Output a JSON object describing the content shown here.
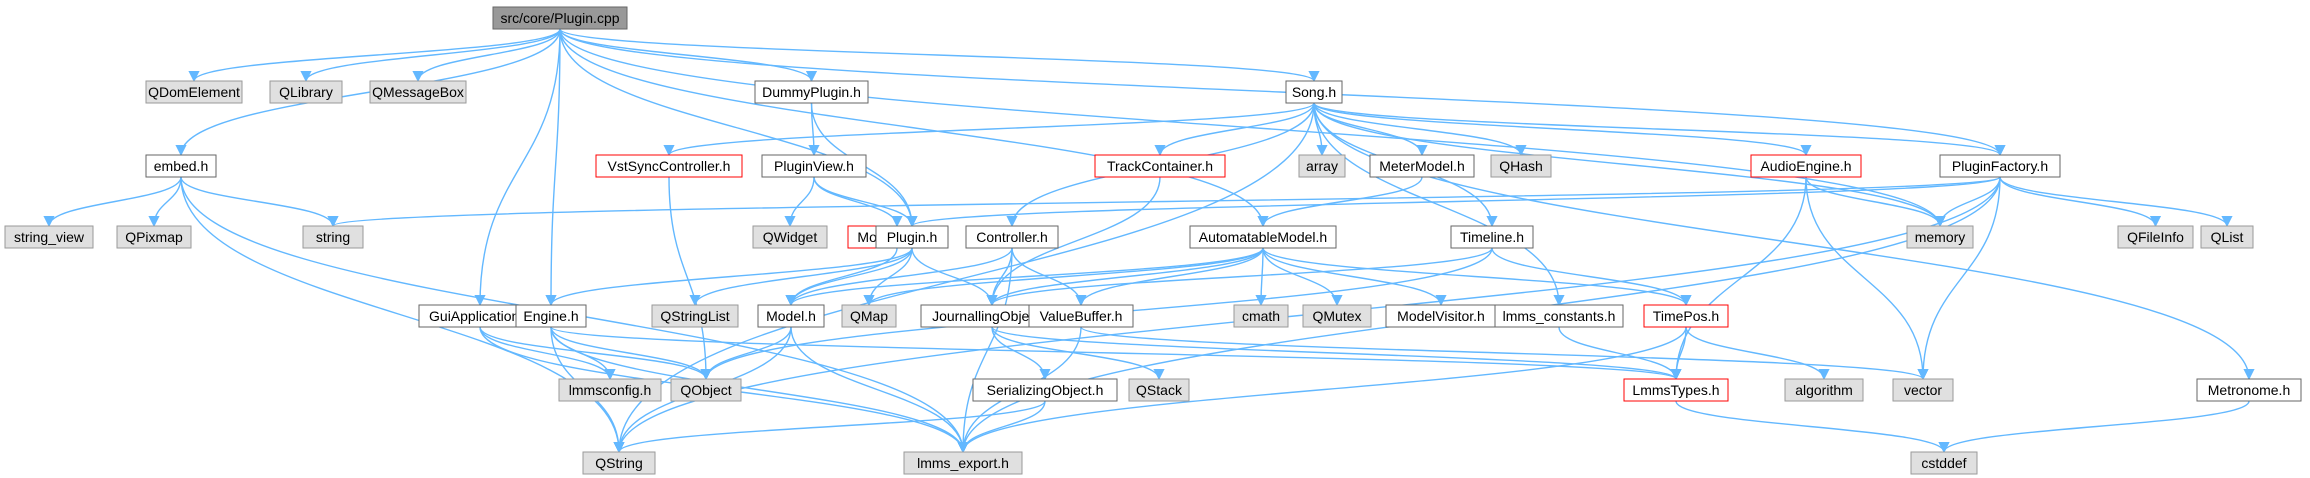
{
  "title": "src/core/Plugin.cpp",
  "colors": {
    "root_fill": "#999999",
    "normal_fill": "#ffffff",
    "normal_border": "#666666",
    "external_fill": "#e0e0e0",
    "external_border": "#999999",
    "truncated_border": "#ff0000",
    "edge": "#63b8ff",
    "text": "#000000"
  },
  "nodes": [
    {
      "id": "plugin_cpp",
      "label": "src/core/Plugin.cpp",
      "kind": "root"
    },
    {
      "id": "embed_h",
      "label": "embed.h",
      "kind": "normal"
    },
    {
      "id": "qdomelement",
      "label": "QDomElement",
      "kind": "external"
    },
    {
      "id": "qlibrary",
      "label": "QLibrary",
      "kind": "external"
    },
    {
      "id": "qmessagebox",
      "label": "QMessageBox",
      "kind": "external"
    },
    {
      "id": "dummyplugin_h",
      "label": "DummyPlugin.h",
      "kind": "normal"
    },
    {
      "id": "song_h",
      "label": "Song.h",
      "kind": "normal"
    },
    {
      "id": "string_view",
      "label": "string_view",
      "kind": "external"
    },
    {
      "id": "qpixmap",
      "label": "QPixmap",
      "kind": "external"
    },
    {
      "id": "string",
      "label": "string",
      "kind": "external"
    },
    {
      "id": "vstsync_h",
      "label": "VstSyncController.h",
      "kind": "truncated"
    },
    {
      "id": "pluginview_h",
      "label": "PluginView.h",
      "kind": "normal"
    },
    {
      "id": "trackcontainer_h",
      "label": "TrackContainer.h",
      "kind": "truncated"
    },
    {
      "id": "array",
      "label": "array",
      "kind": "external"
    },
    {
      "id": "metermodel_h",
      "label": "MeterModel.h",
      "kind": "normal"
    },
    {
      "id": "qhash",
      "label": "QHash",
      "kind": "external"
    },
    {
      "id": "audioengine_h",
      "label": "AudioEngine.h",
      "kind": "truncated"
    },
    {
      "id": "pluginfactory_h",
      "label": "PluginFactory.h",
      "kind": "normal"
    },
    {
      "id": "qwidget",
      "label": "QWidget",
      "kind": "external"
    },
    {
      "id": "modelview_h",
      "label": "ModelView.h",
      "kind": "truncated"
    },
    {
      "id": "plugin_h",
      "label": "Plugin.h",
      "kind": "normal"
    },
    {
      "id": "controller_h",
      "label": "Controller.h",
      "kind": "normal"
    },
    {
      "id": "automatablemodel_h",
      "label": "AutomatableModel.h",
      "kind": "normal"
    },
    {
      "id": "timeline_h",
      "label": "Timeline.h",
      "kind": "normal"
    },
    {
      "id": "memory",
      "label": "memory",
      "kind": "external"
    },
    {
      "id": "qfileinfo",
      "label": "QFileInfo",
      "kind": "external"
    },
    {
      "id": "qlist",
      "label": "QList",
      "kind": "external"
    },
    {
      "id": "guiapplication_h",
      "label": "GuiApplication.h",
      "kind": "normal"
    },
    {
      "id": "engine_h",
      "label": "Engine.h",
      "kind": "normal"
    },
    {
      "id": "qstringlist",
      "label": "QStringList",
      "kind": "external"
    },
    {
      "id": "model_h",
      "label": "Model.h",
      "kind": "normal"
    },
    {
      "id": "qmap",
      "label": "QMap",
      "kind": "external"
    },
    {
      "id": "journallingobject_h",
      "label": "JournallingObject.h",
      "kind": "normal"
    },
    {
      "id": "valuebuffer_h",
      "label": "ValueBuffer.h",
      "kind": "normal"
    },
    {
      "id": "cmath",
      "label": "cmath",
      "kind": "external"
    },
    {
      "id": "qmutex",
      "label": "QMutex",
      "kind": "external"
    },
    {
      "id": "modelvisitor_h",
      "label": "ModelVisitor.h",
      "kind": "normal"
    },
    {
      "id": "lmms_constants_h",
      "label": "lmms_constants.h",
      "kind": "normal"
    },
    {
      "id": "timepos_h",
      "label": "TimePos.h",
      "kind": "truncated"
    },
    {
      "id": "lmmsconfig_h",
      "label": "lmmsconfig.h",
      "kind": "external"
    },
    {
      "id": "qobject",
      "label": "QObject",
      "kind": "external"
    },
    {
      "id": "serializingobject_h",
      "label": "SerializingObject.h",
      "kind": "normal"
    },
    {
      "id": "qstack",
      "label": "QStack",
      "kind": "external"
    },
    {
      "id": "lmmstypes_h",
      "label": "LmmsTypes.h",
      "kind": "truncated"
    },
    {
      "id": "algorithm",
      "label": "algorithm",
      "kind": "external"
    },
    {
      "id": "vector",
      "label": "vector",
      "kind": "external"
    },
    {
      "id": "metronome_h",
      "label": "Metronome.h",
      "kind": "normal"
    },
    {
      "id": "qstring",
      "label": "QString",
      "kind": "external"
    },
    {
      "id": "lmms_export_h",
      "label": "lmms_export.h",
      "kind": "external"
    },
    {
      "id": "cstddef",
      "label": "cstddef",
      "kind": "external"
    }
  ],
  "edges": [
    [
      "plugin_cpp",
      "embed_h"
    ],
    [
      "plugin_cpp",
      "qdomelement"
    ],
    [
      "plugin_cpp",
      "qlibrary"
    ],
    [
      "plugin_cpp",
      "qmessagebox"
    ],
    [
      "plugin_cpp",
      "dummyplugin_h"
    ],
    [
      "plugin_cpp",
      "song_h"
    ],
    [
      "plugin_cpp",
      "plugin_h"
    ],
    [
      "plugin_cpp",
      "guiapplication_h"
    ],
    [
      "plugin_cpp",
      "engine_h"
    ],
    [
      "plugin_cpp",
      "automatablemodel_h"
    ],
    [
      "plugin_cpp",
      "pluginfactory_h"
    ],
    [
      "plugin_cpp",
      "memory"
    ],
    [
      "embed_h",
      "string_view"
    ],
    [
      "embed_h",
      "qpixmap"
    ],
    [
      "embed_h",
      "string"
    ],
    [
      "embed_h",
      "qstring"
    ],
    [
      "embed_h",
      "lmms_export_h"
    ],
    [
      "dummyplugin_h",
      "pluginview_h"
    ],
    [
      "dummyplugin_h",
      "plugin_h"
    ],
    [
      "song_h",
      "vstsync_h"
    ],
    [
      "song_h",
      "trackcontainer_h"
    ],
    [
      "song_h",
      "array"
    ],
    [
      "song_h",
      "metermodel_h"
    ],
    [
      "song_h",
      "qhash"
    ],
    [
      "song_h",
      "audioengine_h"
    ],
    [
      "song_h",
      "pluginfactory_h"
    ],
    [
      "song_h",
      "controller_h"
    ],
    [
      "song_h",
      "timeline_h"
    ],
    [
      "song_h",
      "lmms_constants_h"
    ],
    [
      "song_h",
      "metronome_h"
    ],
    [
      "song_h",
      "qstring"
    ],
    [
      "song_h",
      "memory"
    ],
    [
      "vstsync_h",
      "qobject"
    ],
    [
      "pluginview_h",
      "qwidget"
    ],
    [
      "pluginview_h",
      "modelview_h"
    ],
    [
      "pluginview_h",
      "plugin_h"
    ],
    [
      "trackcontainer_h",
      "journallingobject_h"
    ],
    [
      "metermodel_h",
      "automatablemodel_h"
    ],
    [
      "audioengine_h",
      "memory"
    ],
    [
      "audioengine_h",
      "vector"
    ],
    [
      "audioengine_h",
      "lmmstypes_h"
    ],
    [
      "pluginfactory_h",
      "string"
    ],
    [
      "pluginfactory_h",
      "plugin_h"
    ],
    [
      "pluginfactory_h",
      "memory"
    ],
    [
      "pluginfactory_h",
      "qfileinfo"
    ],
    [
      "pluginfactory_h",
      "qlist"
    ],
    [
      "pluginfactory_h",
      "vector"
    ],
    [
      "pluginfactory_h",
      "qstring"
    ],
    [
      "pluginfactory_h",
      "lmms_export_h"
    ],
    [
      "modelview_h",
      "model_h"
    ],
    [
      "plugin_h",
      "qstringlist"
    ],
    [
      "plugin_h",
      "model_h"
    ],
    [
      "plugin_h",
      "qmap"
    ],
    [
      "plugin_h",
      "journallingobject_h"
    ],
    [
      "plugin_h",
      "engine_h"
    ],
    [
      "controller_h",
      "model_h"
    ],
    [
      "controller_h",
      "journallingobject_h"
    ],
    [
      "controller_h",
      "valuebuffer_h"
    ],
    [
      "controller_h",
      "lmms_export_h"
    ],
    [
      "automatablemodel_h",
      "cmath"
    ],
    [
      "automatablemodel_h",
      "qmutex"
    ],
    [
      "automatablemodel_h",
      "modelvisitor_h"
    ],
    [
      "automatablemodel_h",
      "timepos_h"
    ],
    [
      "automatablemodel_h",
      "journallingobject_h"
    ],
    [
      "automatablemodel_h",
      "model_h"
    ],
    [
      "automatablemodel_h",
      "valuebuffer_h"
    ],
    [
      "automatablemodel_h",
      "qmap"
    ],
    [
      "timeline_h",
      "timepos_h"
    ],
    [
      "timeline_h",
      "journallingobject_h"
    ],
    [
      "timeline_h",
      "qobject"
    ],
    [
      "guiapplication_h",
      "lmmsconfig_h"
    ],
    [
      "guiapplication_h",
      "qobject"
    ],
    [
      "guiapplication_h",
      "lmms_export_h"
    ],
    [
      "engine_h",
      "lmmsconfig_h"
    ],
    [
      "engine_h",
      "qobject"
    ],
    [
      "engine_h",
      "qstring"
    ],
    [
      "engine_h",
      "lmms_export_h"
    ],
    [
      "engine_h",
      "lmmstypes_h"
    ],
    [
      "model_h",
      "qobject"
    ],
    [
      "model_h",
      "qstring"
    ],
    [
      "model_h",
      "lmms_export_h"
    ],
    [
      "journallingobject_h",
      "serializingobject_h"
    ],
    [
      "journallingobject_h",
      "qstack"
    ],
    [
      "journallingobject_h",
      "lmmstypes_h"
    ],
    [
      "valuebuffer_h",
      "vector"
    ],
    [
      "valuebuffer_h",
      "lmms_export_h"
    ],
    [
      "lmms_constants_h",
      "lmmstypes_h"
    ],
    [
      "timepos_h",
      "algorithm"
    ],
    [
      "timepos_h",
      "lmmstypes_h"
    ],
    [
      "timepos_h",
      "lmms_export_h"
    ],
    [
      "serializingobject_h",
      "qstring"
    ],
    [
      "serializingobject_h",
      "lmms_export_h"
    ],
    [
      "lmmstypes_h",
      "cstddef"
    ],
    [
      "metronome_h",
      "cstddef"
    ]
  ]
}
